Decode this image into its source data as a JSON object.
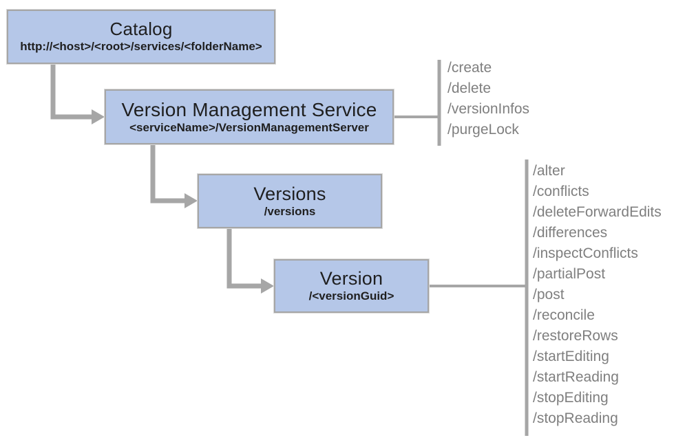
{
  "diagram": {
    "nodes": {
      "catalog": {
        "title": "Catalog",
        "subtitle": "http://<host>/<root>/services/<folderName>"
      },
      "vms": {
        "title": "Version Management Service",
        "subtitle": "<serviceName>/VersionManagementServer"
      },
      "versions": {
        "title": "Versions",
        "subtitle": "/versions"
      },
      "version": {
        "title": "Version",
        "subtitle": "/<versionGuid>"
      }
    },
    "vms_operations": [
      "/create",
      "/delete",
      "/versionInfos",
      "/purgeLock"
    ],
    "version_operations": [
      "/alter",
      "/conflicts",
      "/deleteForwardEdits",
      "/differences",
      "/inspectConflicts",
      "/partialPost",
      "/post",
      "/reconcile",
      "/restoreRows",
      "/startEditing",
      "/startReading",
      "/stopEditing",
      "/stopReading"
    ],
    "colors": {
      "node_fill": "#b5c7e8",
      "node_border": "#a6a6a6",
      "connector": "#a6a6a6",
      "ops_text": "#7f7f7f",
      "title_text": "#1f1f1f"
    }
  }
}
